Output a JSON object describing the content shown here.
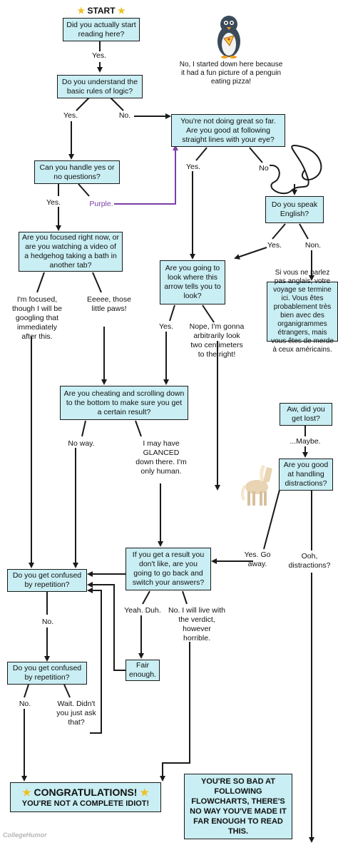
{
  "start_label": "START",
  "boxes": {
    "actually": "Did you actually start reading here?",
    "logic": "Do you understand the basic rules of logic?",
    "yesno": "Can you handle yes or no questions?",
    "focused": "Are you focused right now, or are you watching a video of a hedgehog taking a bath in another tab?",
    "notgreat": "You're not doing great so far. Are you good at following straight lines with your eye?",
    "english": "Do you speak English?",
    "french": "Si vous ne parlez pas anglais, votre voyage se termine ici. Vous êtes probablement très bien avec des organigrammes étrangers, mais vous êtes de merde à ceux américains.",
    "arrow": "Are you going to look where this arrow tells you to look?",
    "cheating": "Are you cheating and scrolling down to the bottom to make sure you get a certain result?",
    "lost": "Aw, did you get lost?",
    "distractions": "Are you good at handling distractions?",
    "switch": "If you get a result you don't like, are you going to go back and switch your answers?",
    "confused1": "Do you get confused by repetition?",
    "confused2": "Do you get confused by repetition?",
    "fair": "Fair enough.",
    "congrats_line1": "CONGRATULATIONS!",
    "congrats_line2": "YOU'RE NOT A COMPLETE IDIOT!",
    "bad": "YOU'RE SO BAD AT FOLLOWING FLOWCHARTS, THERE'S NO WAY YOU'VE MADE IT FAR ENOUGH TO READ THIS."
  },
  "labels": {
    "yes1": "Yes.",
    "yes2": "Yes.",
    "no2": "No.",
    "yes3": "Yes.",
    "purple": "Purple.",
    "penguin_text": "No, I started down here because it had a fun picture of a penguin eating pizza!",
    "yes_lines": "Yes.",
    "no_lines": "No",
    "yes_english": "Yes.",
    "no_english": "Non.",
    "im_focused": "I'm focused, though I will be googling that immediately after this.",
    "eeee": "Eeeee, those little paws!",
    "yes_arrow": "Yes.",
    "nope": "Nope, I'm gonna arbitrarily look two centimeters to the right!",
    "no_way": "No way.",
    "glanced": "I may have GLANCED down there. I'm only human.",
    "maybe": "...Maybe.",
    "yes_goaway": "Yes. Go away.",
    "ooh": "Ooh, distractions?",
    "yeah_duh": "Yeah. Duh.",
    "no_verdict": "No. I will live with the verdict, however horrible.",
    "no_confused": "No.",
    "no_final": "No.",
    "wait": "Wait. Didn't you just ask that?"
  },
  "footer": "CollegeHumor",
  "colors": {
    "box_fill": "#c9eef3",
    "purple_line": "#7b3fa8",
    "star": "#f0c020"
  }
}
